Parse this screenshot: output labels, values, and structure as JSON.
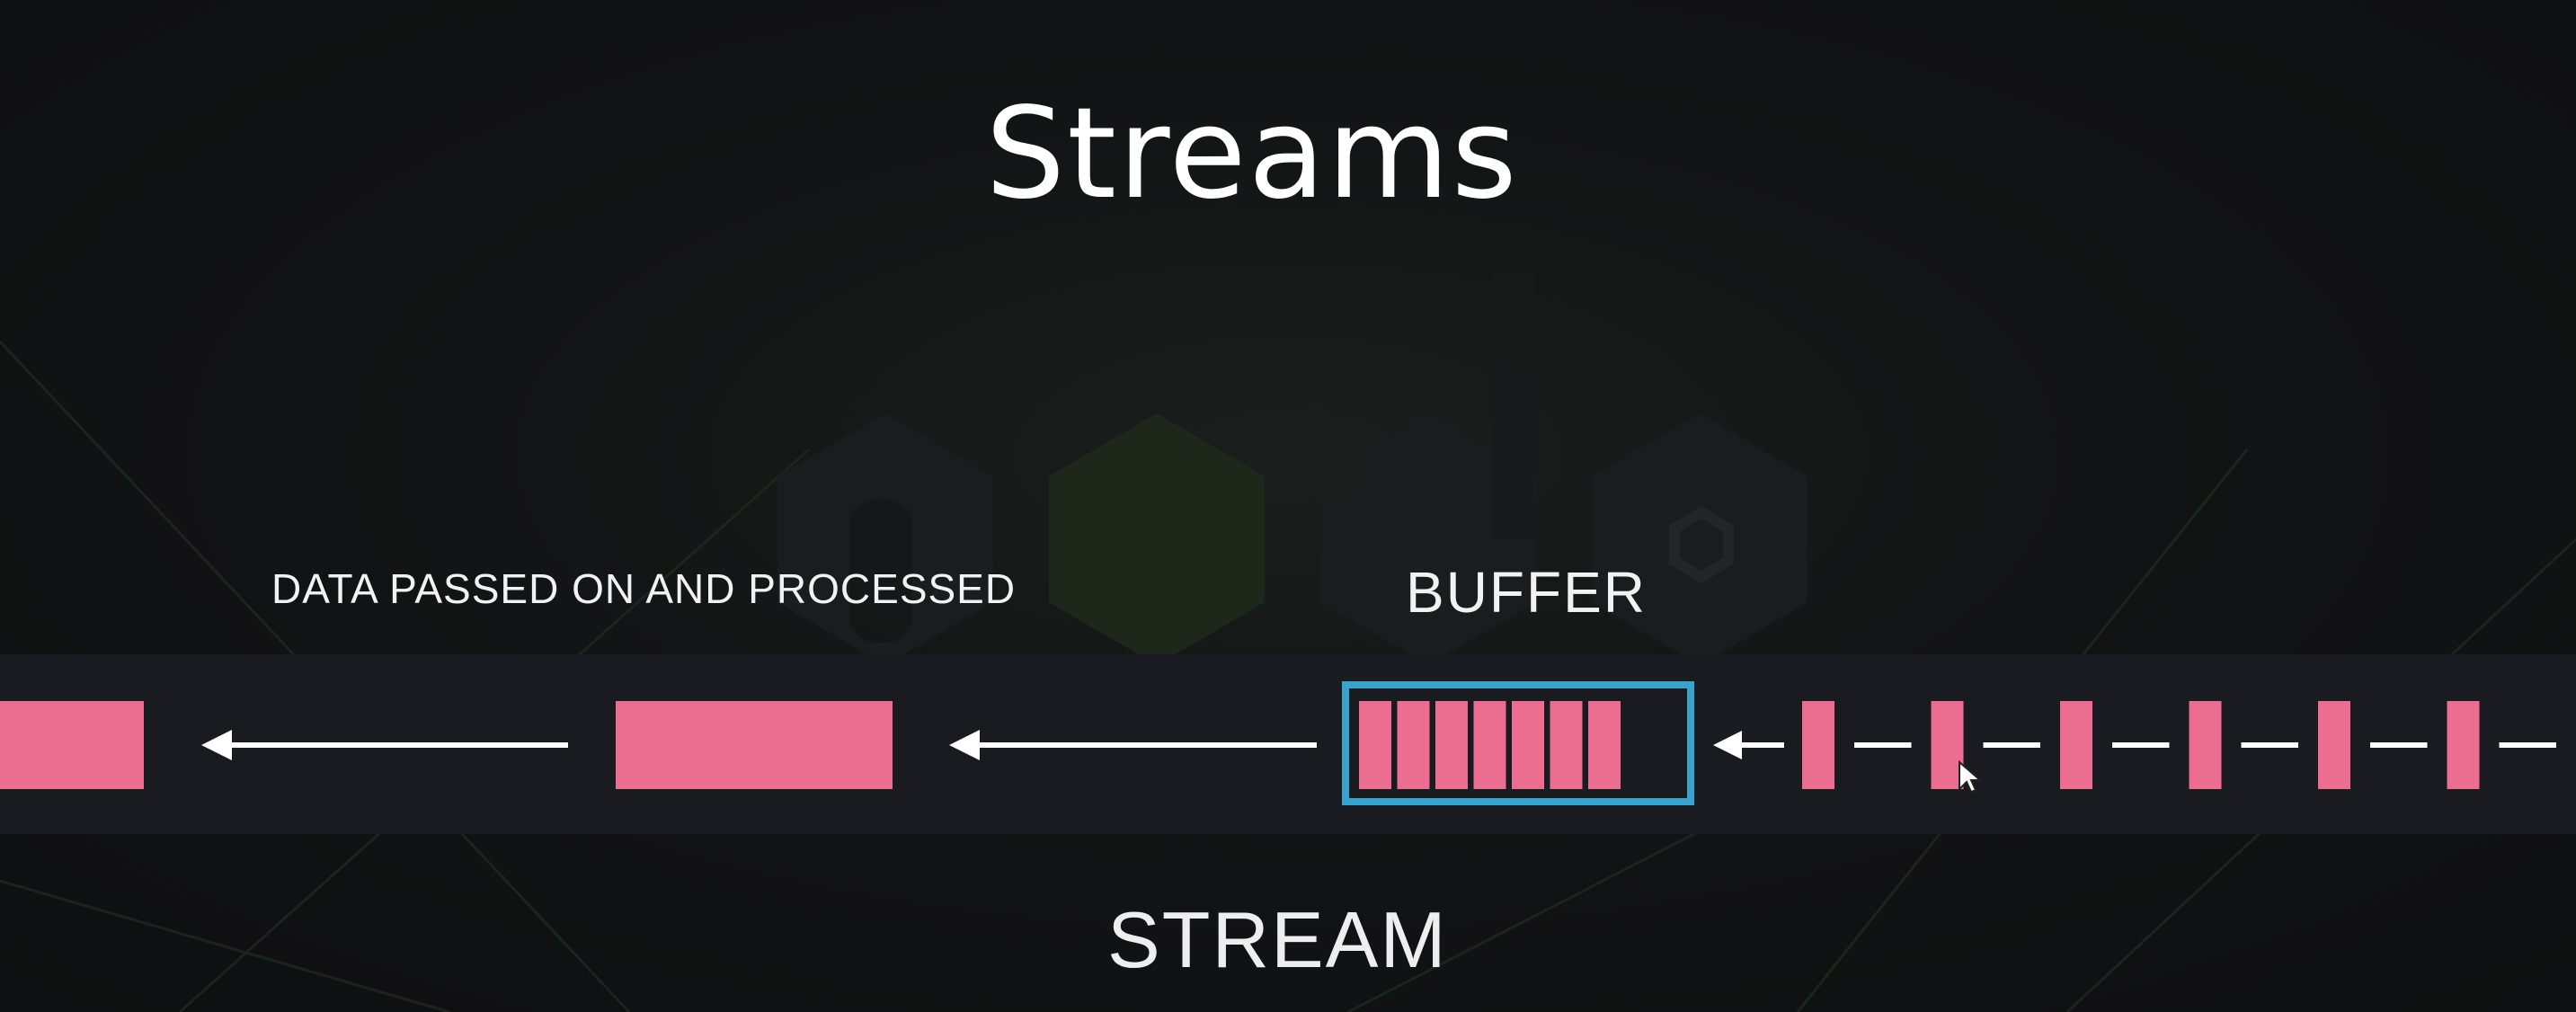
{
  "slide": {
    "title": "Streams",
    "processed_label": "DATA PASSED ON AND PROCESSED",
    "buffer_label": "BUFFER",
    "stream_label": "STREAM"
  },
  "colors": {
    "background": "#111213",
    "band": "#1a1b20",
    "chunk": "#eb6e90",
    "buffer_border": "#38a3cc",
    "arrow": "#ffffff"
  },
  "buffer": {
    "chunk_count": 7
  },
  "incoming": {
    "chunk_count": 6
  },
  "icons": [
    "cursor-pointer-icon",
    "node-logo-watermark-icon"
  ]
}
